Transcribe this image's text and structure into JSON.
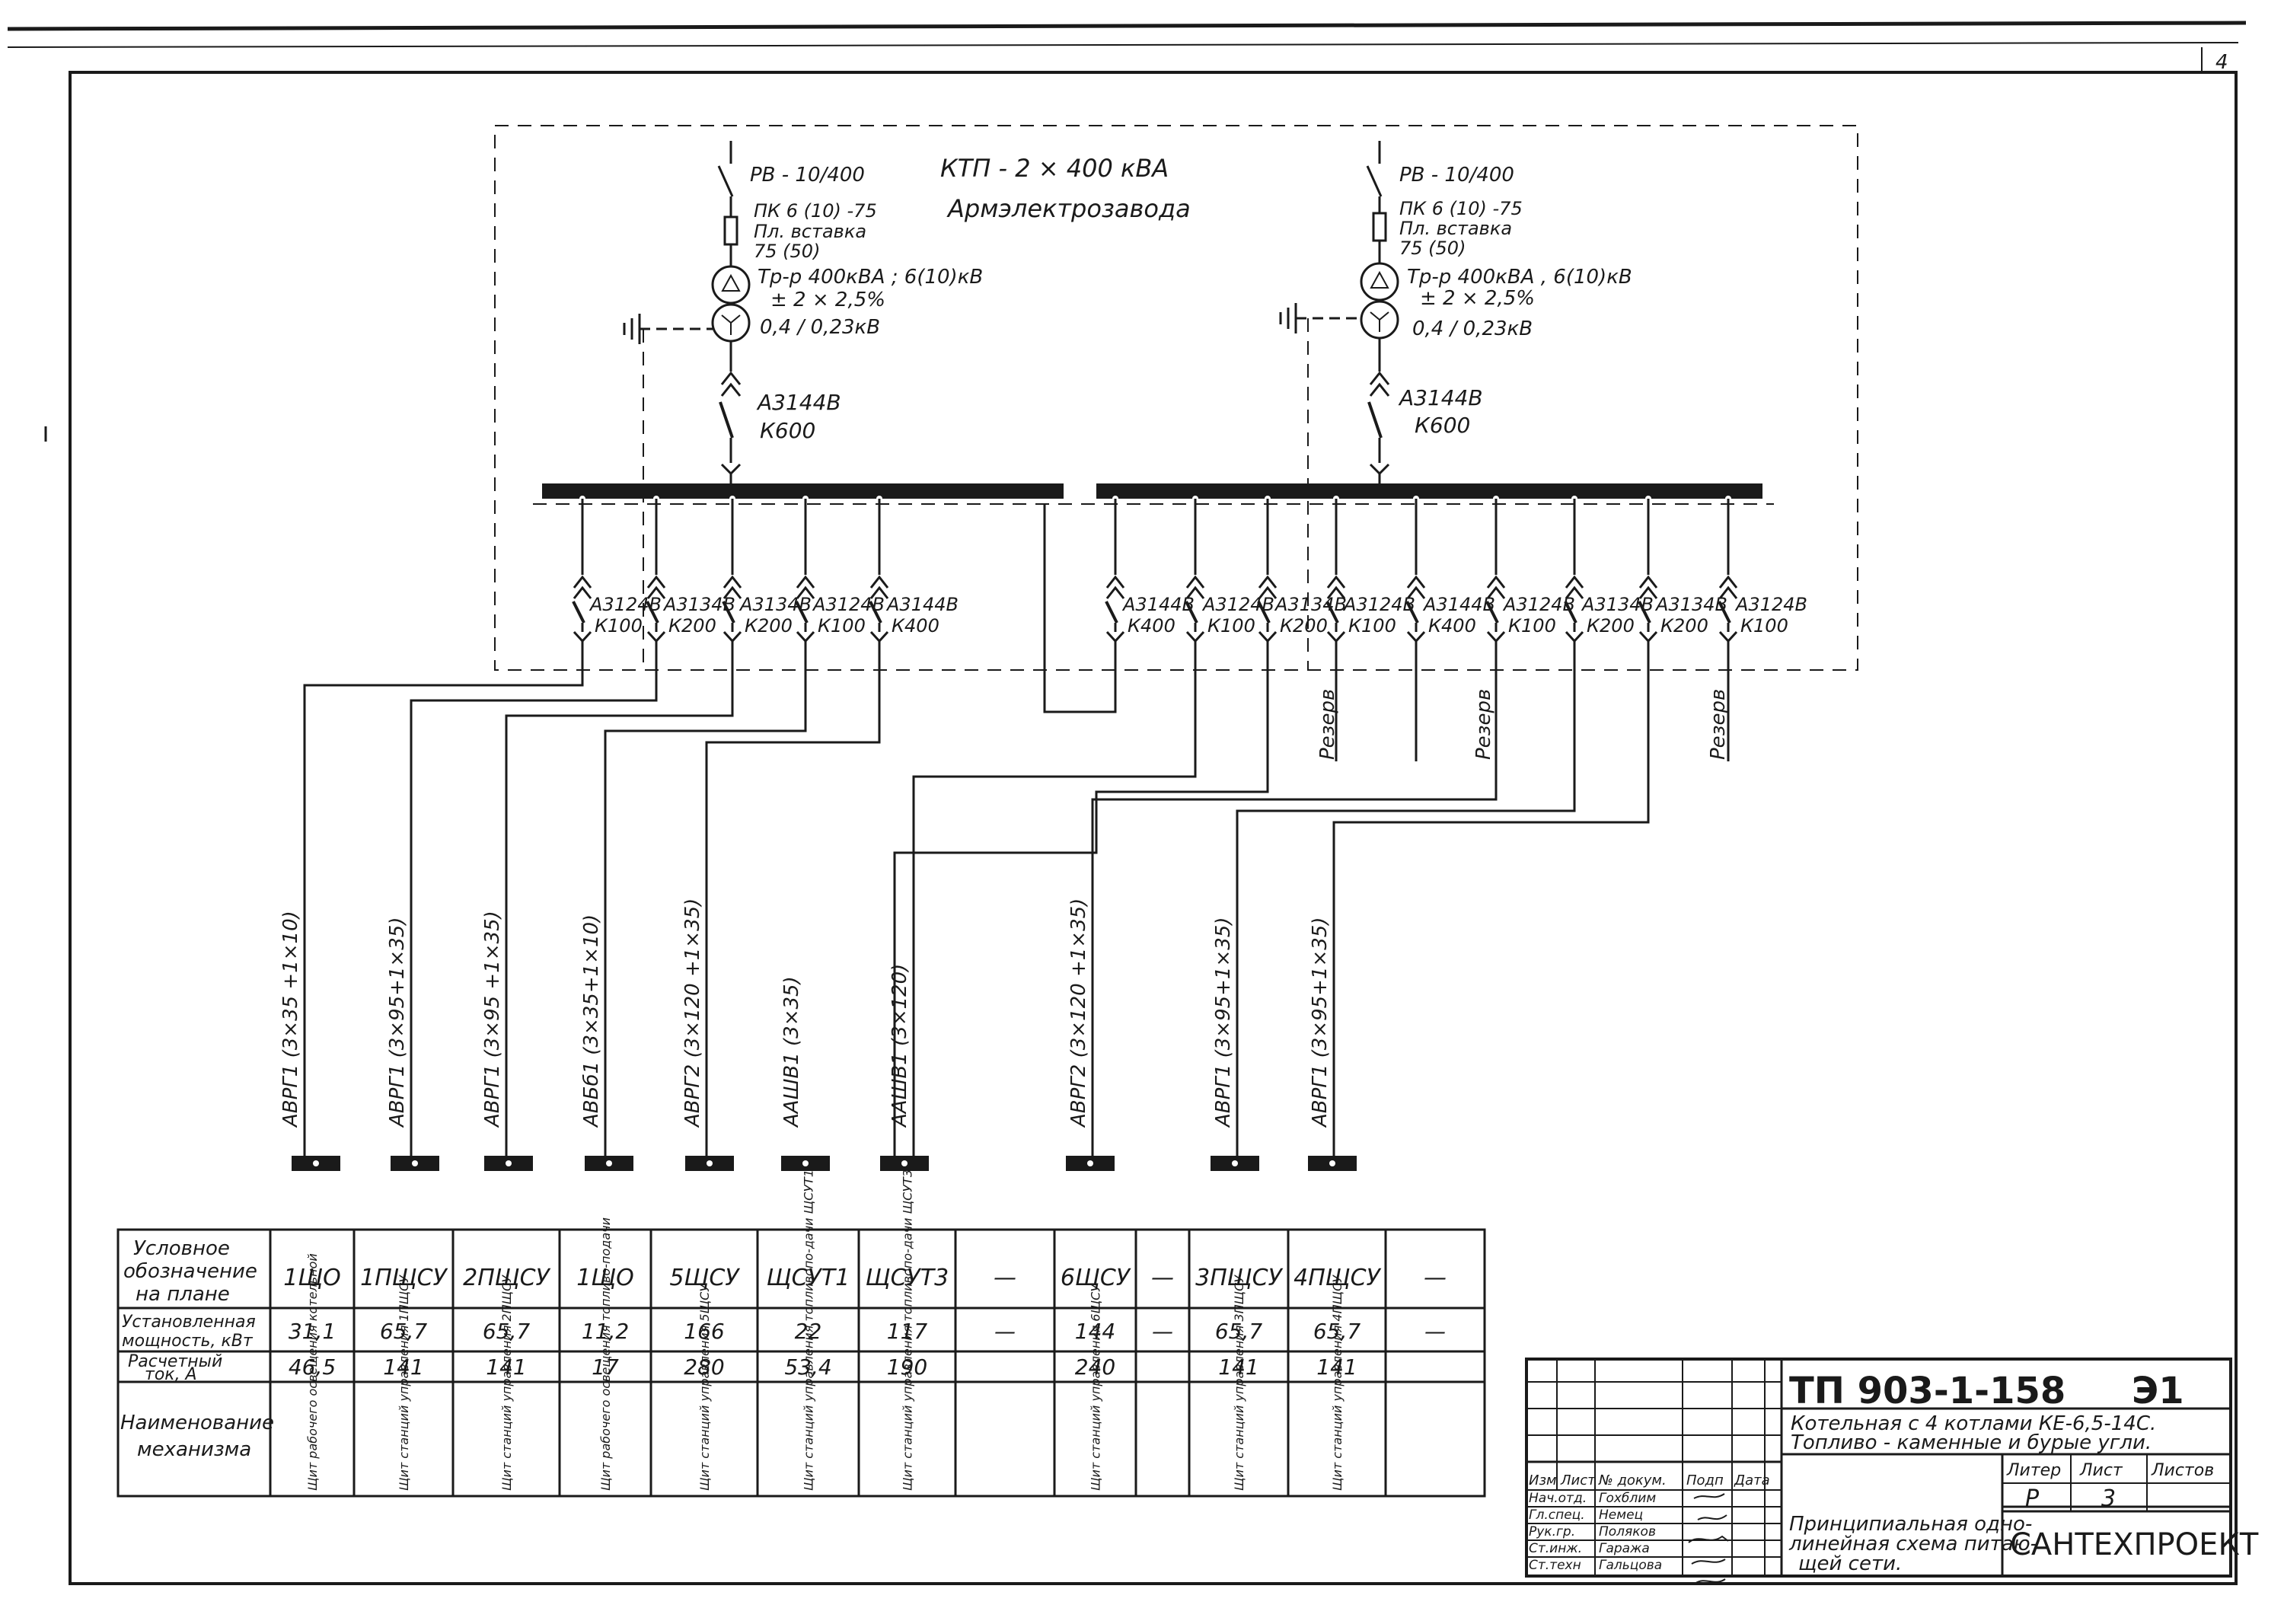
{
  "sheet": {
    "corner_number": "4"
  },
  "ktp": {
    "title": "КТП - 2 × 400 кВА",
    "subtitle": "Армэлектрозавода"
  },
  "transformers": [
    {
      "disconnector": "РВ - 10/400",
      "fuse_1": "ПК 6 (10) -75",
      "fuse_2": "Пл. вставка",
      "fuse_3": "75 (50)",
      "trans_1": "Тр-р 400кВА ; 6(10)кВ",
      "trans_2": "± 2 × 2,5%",
      "trans_3": "0,4 / 0,23кВ",
      "breaker_1": "А3144В",
      "breaker_2": "К600"
    },
    {
      "disconnector": "РВ - 10/400",
      "fuse_1": "ПК 6 (10) -75",
      "fuse_2": "Пл. вставка",
      "fuse_3": "75 (50)",
      "trans_1": "Тр-р 400кВА , 6(10)кВ",
      "trans_2": "± 2 × 2,5%",
      "trans_3": "0,4 / 0,23кВ",
      "breaker_1": "А3144В",
      "breaker_2": "К600"
    }
  ],
  "feeders": [
    {
      "breaker": "А3124В",
      "rating": "К100"
    },
    {
      "breaker": "А3134В",
      "rating": "К200"
    },
    {
      "breaker": "А3134В",
      "rating": "К200"
    },
    {
      "breaker": "А3124В",
      "rating": "К100"
    },
    {
      "breaker": "А3144В",
      "rating": "К400"
    },
    {
      "breaker": "А3144В",
      "rating": "К400"
    },
    {
      "breaker": "А3124В",
      "rating": "К100"
    },
    {
      "breaker": "А3134В",
      "rating": "К200"
    },
    {
      "breaker": "А3124В",
      "rating": "К100"
    },
    {
      "breaker": "А3144В",
      "rating": "К400"
    },
    {
      "breaker": "А3124В",
      "rating": "К100"
    },
    {
      "breaker": "А3134В",
      "rating": "К200"
    },
    {
      "breaker": "А3134В",
      "rating": "К200"
    },
    {
      "breaker": "А3124В",
      "rating": "К100"
    }
  ],
  "reserve_label": "Резерв",
  "cables": [
    "АВРГ1 (3×35 +1×10)",
    "АВРГ1 (3×95+1×35)",
    "АВРГ1 (3×95 +1×35)",
    "АВБб1 (3×35+1×10)",
    "АВРГ2 (3×120 +1×35)",
    "ААШВ1 (3×35)",
    "ААШВ1 (3×120)",
    "АВРГ2 (3×120 +1×35)",
    "АВРГ1 (3×95+1×35)",
    "АВРГ1 (3×95+1×35)"
  ],
  "table": {
    "row_headers": [
      "Условное обозначение на плане",
      "Установленная мощность, кВт",
      "Расчетный ток, А",
      "Наименование механизма"
    ],
    "designations": [
      "1ЩО",
      "1ПЩСУ",
      "2ПЩСУ",
      "1ЩО",
      "5ЩСУ",
      "ЩСУТ1",
      "ЩСУТ3",
      "—",
      "6ЩСУ",
      "—",
      "3ПЩСУ",
      "4ПЩСУ",
      "—"
    ],
    "power": [
      "31,1",
      "65,7",
      "65,7",
      "11,2",
      "166",
      "22",
      "117",
      "—",
      "144",
      "—",
      "65,7",
      "65,7",
      "—"
    ],
    "current": [
      "46,5",
      "141",
      "141",
      "17",
      "280",
      "53,4",
      "190",
      "",
      "240",
      "",
      "141",
      "141",
      ""
    ],
    "mechanisms": [
      "Щит рабочего освещения котельной",
      "Щит станций управления 1ПЩСУ",
      "Щит станций управления 2ПЩСУ",
      "Щит рабочего освещения топливо-подачи",
      "Щит станций управления 5ЩСУ",
      "Щит станций управления топливопо-дачи ЩСУТ1",
      "Щит станций управления топливопо-дачи ЩСУТ3",
      "",
      "Щит станций управления 6ЩСУ",
      "",
      "Щит станций управления 3ПЩСУ",
      "Щит станций управления 4ПЩСУ",
      ""
    ]
  },
  "title_block": {
    "doc_number": "ТП 903-1-158",
    "sheet_code": "Э1",
    "project_1": "Котельная с 4 котлами КЕ-6,5-14С.",
    "project_2": "Топливо - каменные и бурые угли.",
    "col_headers": [
      "Изм",
      "Лист",
      "№ докум.",
      "Подп",
      "Дата"
    ],
    "roles": [
      "Нач.отд.",
      "Гл.спец.",
      "Рук.гр.",
      "Ст.инж.",
      "Ст.техн"
    ],
    "names": [
      "Гохблим",
      "Немец",
      "Поляков",
      "Гаража",
      "Гальцова"
    ],
    "drawing_1": "Принципиальная одно-",
    "drawing_2": "линейная схема питаю-",
    "drawing_3": "щей сети.",
    "stage_header": "Литер",
    "sheet_header": "Лист",
    "sheets_header": "Листов",
    "stage": "Р",
    "sheet_no": "3",
    "sheets_total": "",
    "org": "САНТЕХПРОЕКТ"
  }
}
